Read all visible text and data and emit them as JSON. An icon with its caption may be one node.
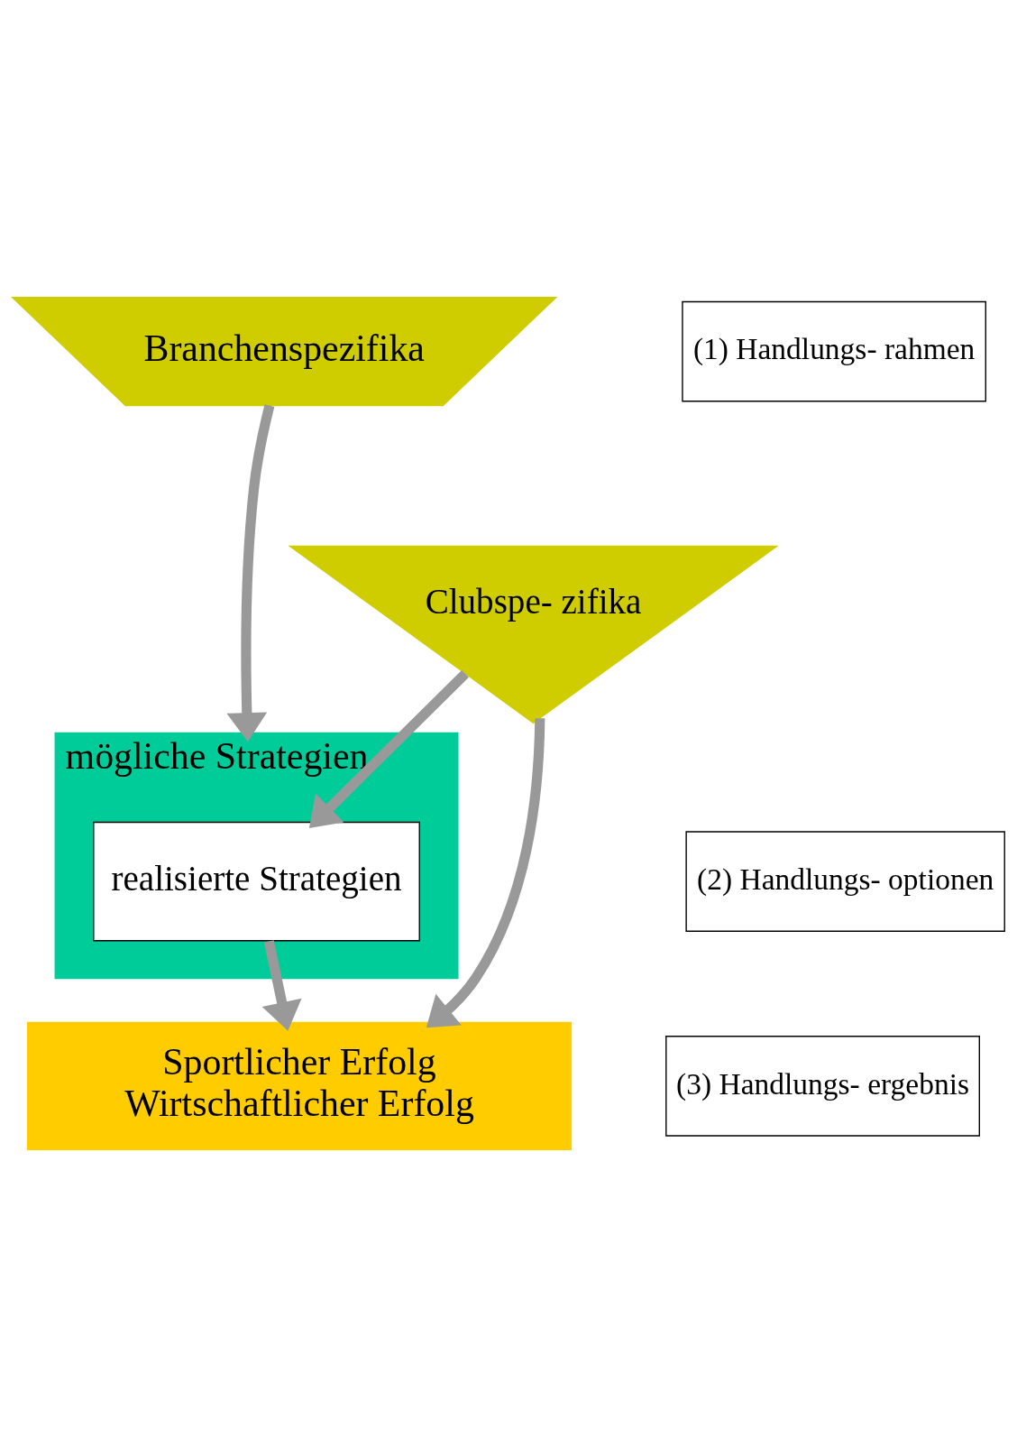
{
  "diagram": {
    "nodes": [
      {
        "text": [
          "Branchenspezifika"
        ]
      },
      {
        "text": [
          "Clubspe- zifika"
        ]
      },
      {
        "text": [
          "mögliche Strategien"
        ]
      },
      {
        "text": [
          "realisierte Strategien"
        ],
        "in": 2
      },
      {
        "text": [
          "Sportlicher Erfolg",
          "Wirtschaftlicher Erfolg"
        ]
      },
      {
        "text": [
          "(1) Handlungs- rahmen"
        ]
      },
      {
        "text": [
          "(2) Handlungs- optionen"
        ]
      },
      {
        "text": [
          "(3) Handlungs- ergebnis"
        ]
      }
    ],
    "edges": [
      {
        "from": 0,
        "to": 2,
        "arrow": "to"
      },
      {
        "from": 1,
        "to": 3,
        "arrow": "to"
      },
      {
        "from": 3,
        "to": 4,
        "arrow": "to"
      },
      {
        "from": 1,
        "to": 4,
        "arrow": "to"
      }
    ]
  }
}
